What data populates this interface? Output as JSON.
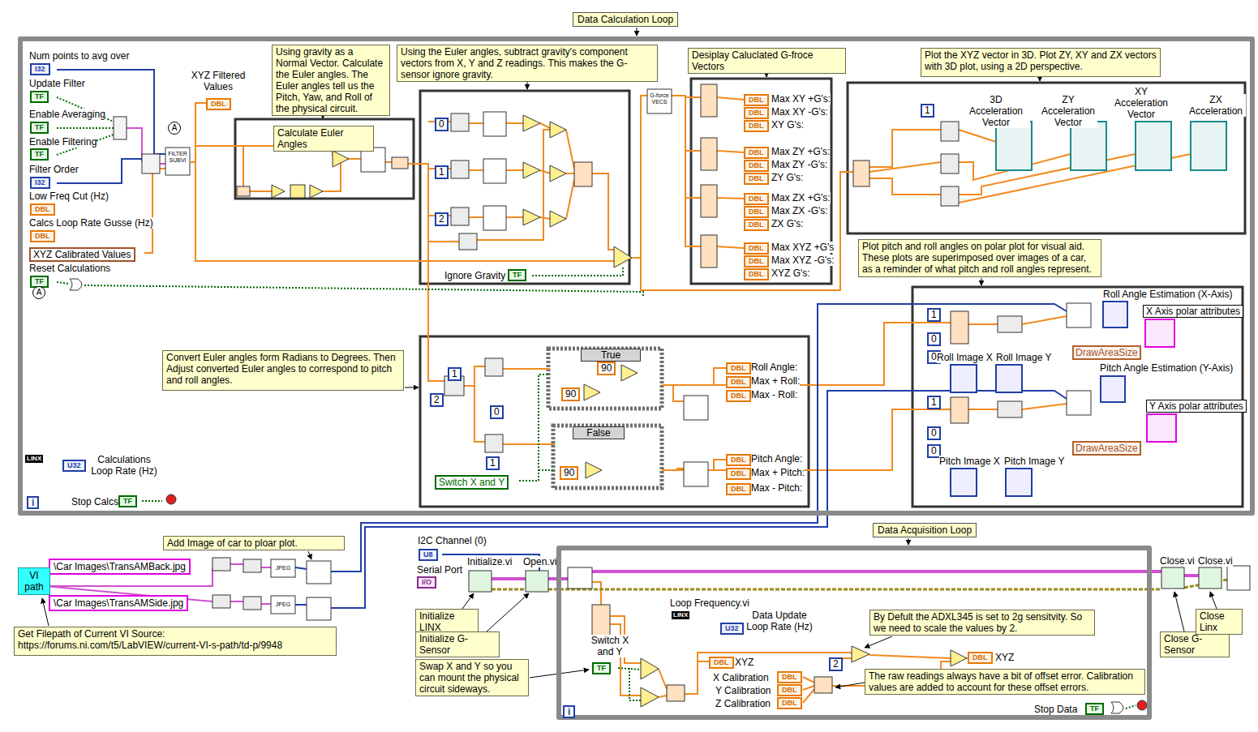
{
  "diagram": {
    "nodes": [
      {
        "text": [
          "Data Calculation Loop"
        ]
      },
      {
        "text": [
          "Using gravity as a Normal Vector. Calculate the Euler angles. The Euler angles tell us the Pitch, Yaw, and Roll of the physical circuit."
        ],
        "in": 0
      },
      {
        "text": [
          "Calculate Euler Angles"
        ],
        "in": 0
      },
      {
        "text": [
          "Using the Euler angles, subtract gravity's component vectors from X, Y and Z readings. This makes the G-sensor ignore gravity."
        ],
        "in": 0
      },
      {
        "text": [
          "Desiplay Caluclated G-froce Vectors"
        ],
        "in": 0
      },
      {
        "text": [
          "Plot the XYZ vector in 3D. Plot ZY, XY and ZX vectors with 3D plot, using a 2D perspective."
        ],
        "in": 0
      },
      {
        "text": [
          "Plot pitch and roll angles on polar plot for visual aid. These plots are superimposed over images of a car, as a reminder of what pitch and roll angles represent."
        ],
        "in": 0
      },
      {
        "text": [
          "Convert Euler angles form Radians to Degrees. Then Adjust converted Euler angles to correspond to pitch and roll angles."
        ],
        "in": 0
      },
      {
        "text": [
          "Add Image of car to ploar plot."
        ]
      },
      {
        "text": [
          "Get Filepath of  Current VI Source: https://forums.ni.com/t5/LabVIEW/current-VI-s-path/td-p/9948"
        ]
      },
      {
        "text": [
          "Initialize LINX"
        ]
      },
      {
        "text": [
          "Initialize G-Sensor"
        ]
      },
      {
        "text": [
          "Swap X and Y so you can mount the physical circuit sideways."
        ]
      },
      {
        "text": [
          "Data Acquisition Loop"
        ]
      },
      {
        "text": [
          "By Defult the ADXL345 is set to 2g sensitvity. So we need to scale the values by 2."
        ],
        "in": 13
      },
      {
        "text": [
          "The raw readings always have a bit of offset error. Calibration values are added to account for these offset errors."
        ],
        "in": 13
      },
      {
        "text": [
          "Close G-Sensor"
        ]
      },
      {
        "text": [
          "Close Linx"
        ]
      }
    ],
    "labels": [
      "Num points to avg over",
      "I32",
      "Update Filter",
      "TF",
      "Enable Averaging",
      "TF",
      "Enable Filtering",
      "TF",
      "Filter Order",
      "I32",
      "Low Freq Cut (Hz)",
      "DBL",
      "Calcs Loop Rate Gusse (Hz)",
      "DBL",
      "XYZ  Calibrated Values",
      "Reset Calculations",
      "TF",
      "A",
      "A",
      "XYZ Filtered Values",
      "DBL",
      "FILTER SUBVI",
      "0",
      "1",
      "2",
      "Ignore Gravity",
      "TF",
      "G-force VECS",
      "DBL",
      "DBL",
      "DBL",
      "DBL",
      "DBL",
      "DBL",
      "DBL",
      "DBL",
      "DBL",
      "DBL",
      "DBL",
      "DBL",
      "Max XY +G's:",
      "Max XY -G's:",
      "XY G's:",
      "Max ZY +G's:",
      "Max ZY -G's:",
      "ZY G's:",
      "Max ZX +G's:",
      "Max ZX -G's:",
      "ZX G's:",
      "Max XYZ +G's",
      "Max XYZ -G's:",
      "XYZ G's:",
      "1",
      "3D Acceleration Vector",
      "ZY Acceleration Vector",
      "XY Acceleration Vector",
      "ZX Acceleration",
      "Roll Angle  Estimation (X-Axis)",
      "X Axis polar attributes",
      "1",
      "0",
      "0",
      "DrawAreaSize",
      "Roll Image X",
      "Roll Image Y",
      "Pitch Angle  Estimation (Y-Axis)",
      "Y Axis polar attributes",
      "1",
      "0",
      "0",
      "DrawAreaSize",
      "Pitch Image X",
      "Pitch Image Y",
      "1",
      "2",
      "0",
      "True",
      "90",
      "90",
      "False",
      "90",
      "1",
      "Switch  X and Y",
      "Roll Angle:",
      "Max + Roll:",
      "Max - Roll:",
      "Pitch Angle:",
      "Max + Pitch:",
      "Max - Pitch:",
      "DBL",
      "DBL",
      "DBL",
      "DBL",
      "DBL",
      "DBL",
      "Calculations Loop Rate (Hz)",
      "U32",
      "LINX",
      "Stop Calcs",
      "TF",
      "i",
      "\\Car Images\\TransAMBack.jpg",
      "\\Car Images\\TransAMSide.jpg",
      "VI path",
      "JPEG",
      "JPEG",
      "I2C Channel (0)",
      "U8",
      "Serial Port",
      "I/O",
      "Initialize.vi",
      "Open.vi",
      "Loop Frequency.vi",
      "LINX",
      "Data Update Loop Rate (Hz)",
      "U32",
      "Switch X and Y",
      "TF",
      "DBL",
      "XYZ",
      "X Calibration",
      "Y Calibration",
      "Z Calibration",
      "DBL",
      "DBL",
      "DBL",
      "2",
      "DBL",
      "XYZ",
      "Stop Data",
      "TF",
      "i",
      "Close.vi",
      "Close.vi"
    ]
  }
}
